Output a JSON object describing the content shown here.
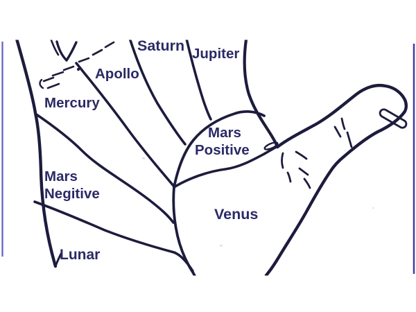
{
  "figure": {
    "type": "palmistry-hand-diagram",
    "description": "Scanned left-palm diagram, fingers cropped at top, thumb extended to the right, regions divided by lines radiating from a central hub",
    "labels": {
      "saturn": "Saturn",
      "jupiter": "Jupiter",
      "apollo": "Apollo",
      "mercury": "Mercury",
      "mars_positive": [
        "Mars",
        "Positive"
      ],
      "mars_negative": [
        "Mars",
        "Negitive"
      ],
      "venus": "Venus",
      "lunar": "Lunar"
    },
    "colors": {
      "ink": "#1d1c3d",
      "label_text": "#2b2a66",
      "scan_border": "#4040ad",
      "background": "#ffffff"
    }
  }
}
